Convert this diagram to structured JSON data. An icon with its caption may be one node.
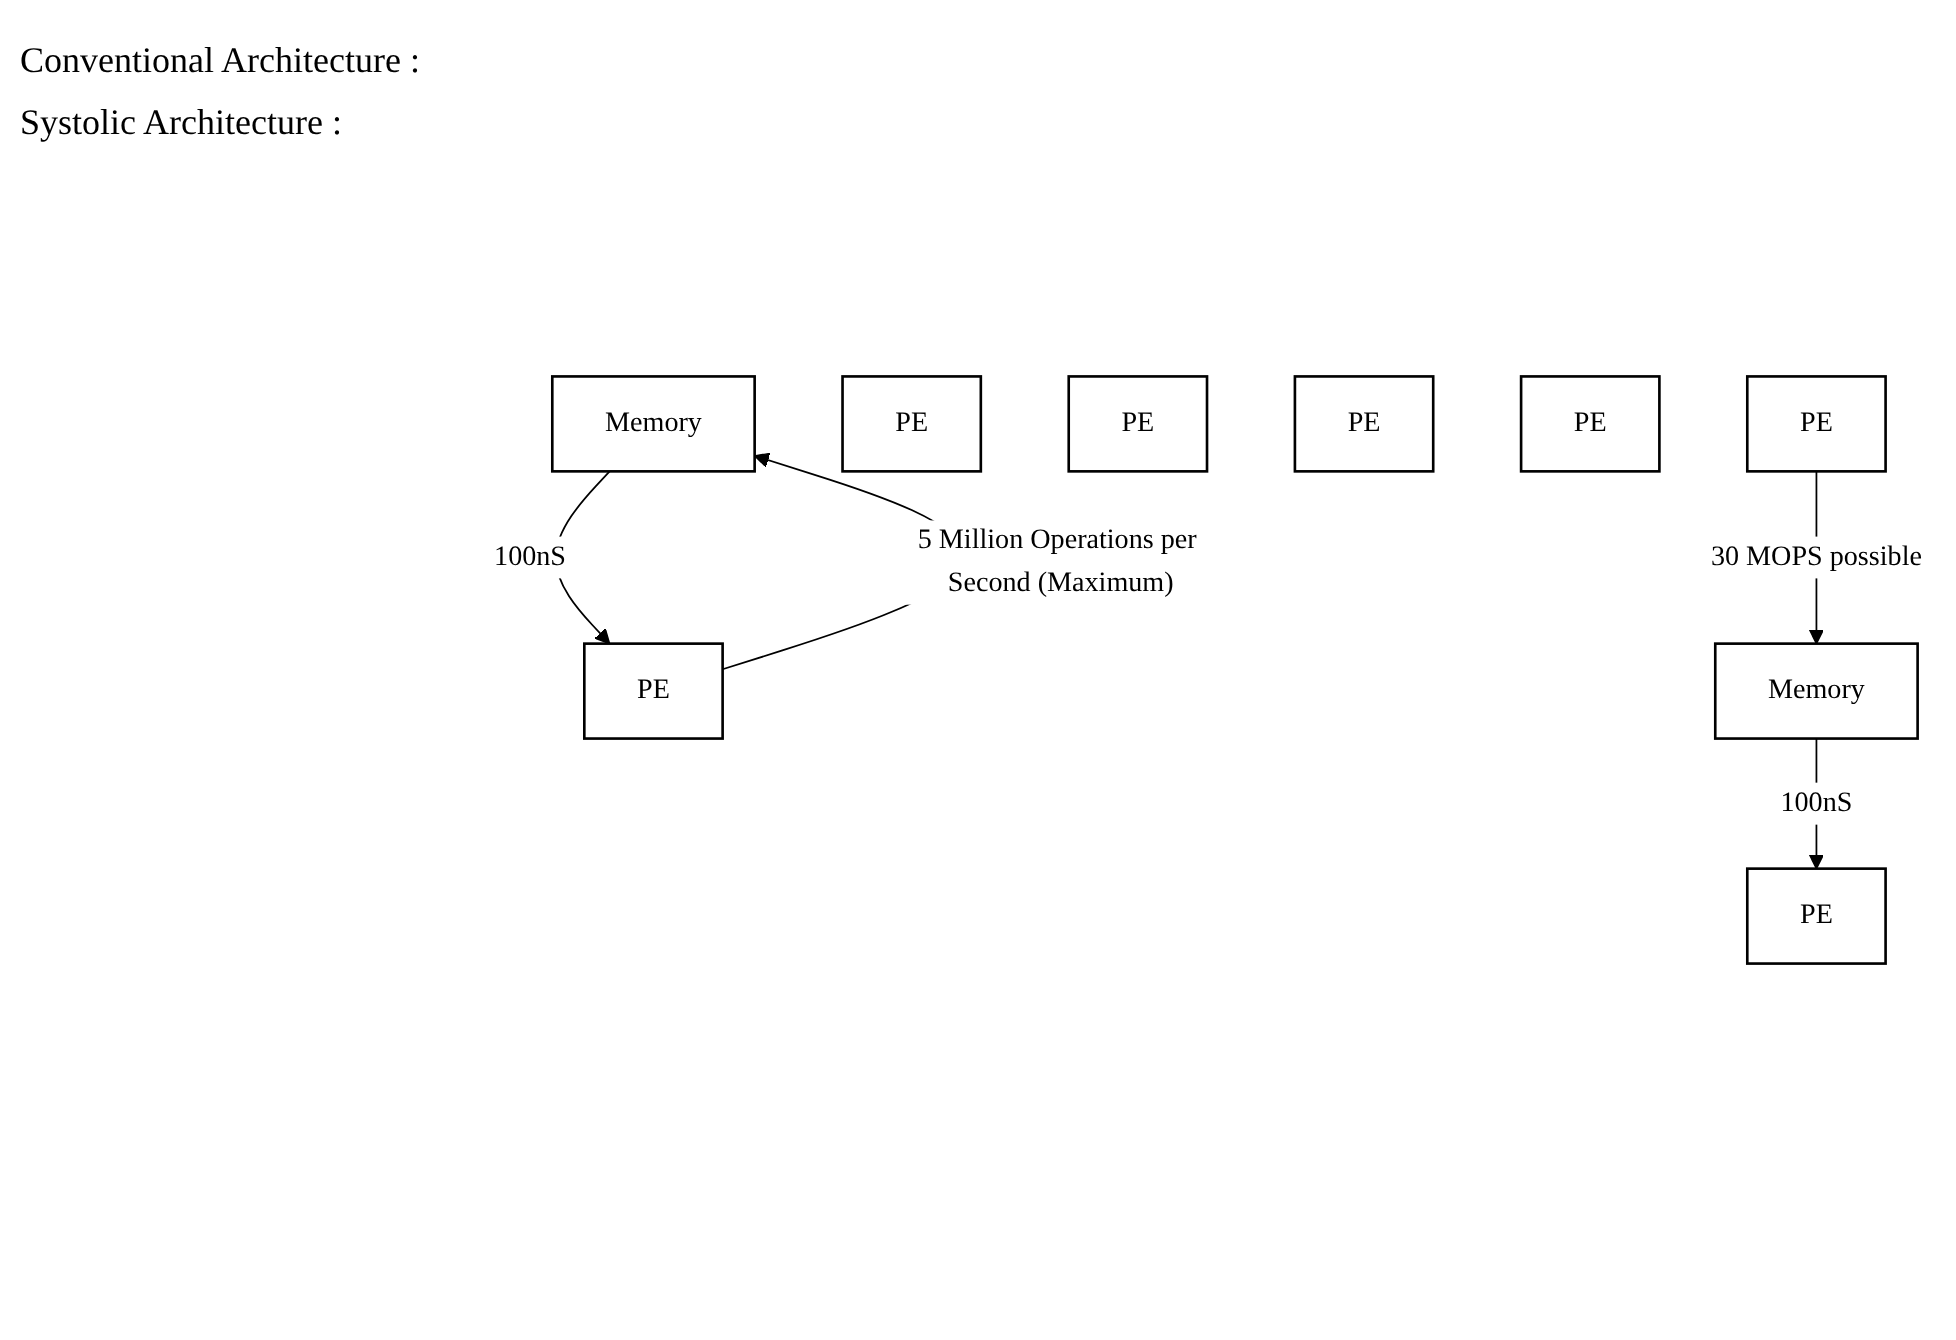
{
  "diagram": {
    "nodes": [
      {
        "text": [
          "Memory"
        ]
      },
      {
        "text": [
          "PE"
        ]
      },
      {
        "text": [
          "Memory"
        ]
      },
      {
        "text": [
          "PE"
        ]
      },
      {
        "text": [
          "PE"
        ]
      },
      {
        "text": [
          "PE"
        ]
      },
      {
        "text": [
          "PE"
        ]
      },
      {
        "text": [
          "PE"
        ]
      },
      {
        "text": [
          "PE"
        ]
      }
    ],
    "edges": [
      {
        "from": 0,
        "to": 1,
        "arrow": "to",
        "label": "100nS"
      },
      {
        "from": 1,
        "to": 0,
        "arrow": "to",
        "label": "5 Million Operations per Second (Maximum)"
      },
      {
        "from": 2,
        "to": 3,
        "arrow": "to",
        "label": "100nS"
      },
      {
        "from": 8,
        "to": 2,
        "arrow": "to",
        "label": "30 MOPS possible"
      }
    ],
    "labels": [
      "Conventional Architecture :",
      "Systolic Architecture :"
    ]
  }
}
